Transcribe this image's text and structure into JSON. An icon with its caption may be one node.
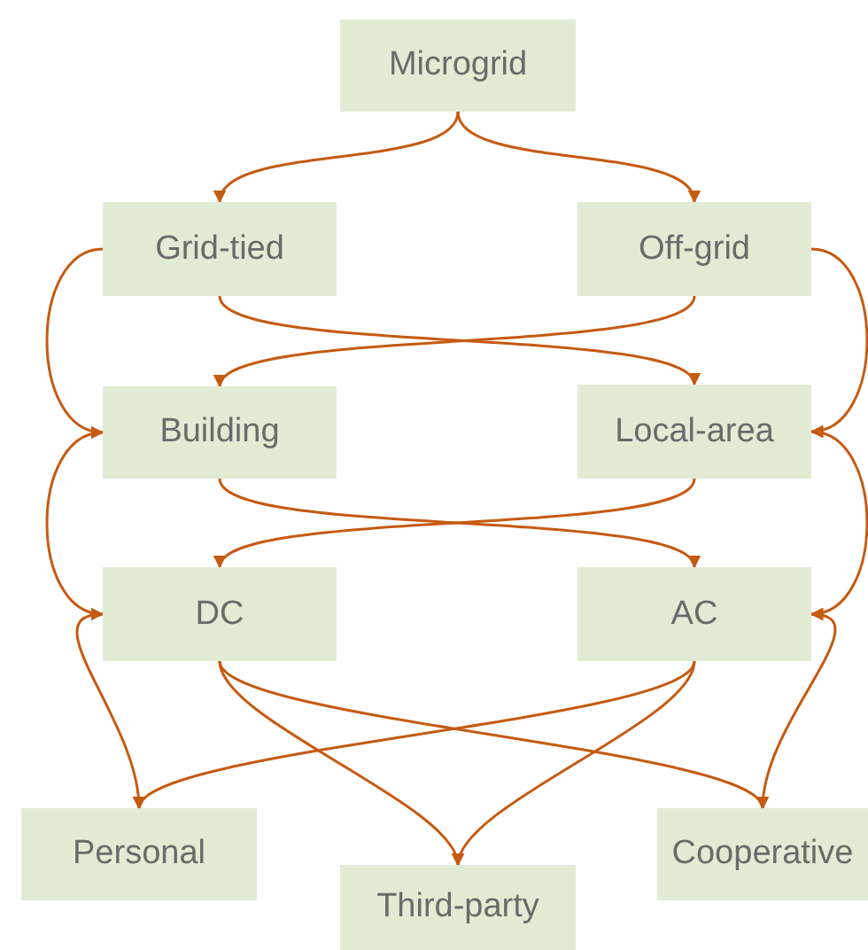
{
  "diagram": {
    "nodes": [
      {
        "text": [
          "Microgrid"
        ]
      },
      {
        "text": [
          "Grid-tied"
        ]
      },
      {
        "text": [
          "Off-grid"
        ]
      },
      {
        "text": [
          "Building"
        ]
      },
      {
        "text": [
          "Local-area"
        ]
      },
      {
        "text": [
          "DC"
        ]
      },
      {
        "text": [
          "AC"
        ]
      },
      {
        "text": [
          "Personal"
        ]
      },
      {
        "text": [
          "Third-party"
        ]
      },
      {
        "text": [
          "Cooperative"
        ]
      }
    ],
    "edges": [
      {
        "from": 0,
        "to": 1,
        "arrow": "to"
      },
      {
        "from": 0,
        "to": 2,
        "arrow": "to"
      },
      {
        "from": 1,
        "to": 3,
        "arrow": "to"
      },
      {
        "from": 1,
        "to": 4,
        "arrow": "to"
      },
      {
        "from": 2,
        "to": 3,
        "arrow": "to"
      },
      {
        "from": 2,
        "to": 4,
        "arrow": "to"
      },
      {
        "from": 3,
        "to": 5,
        "arrow": "to"
      },
      {
        "from": 3,
        "to": 6,
        "arrow": "to"
      },
      {
        "from": 4,
        "to": 5,
        "arrow": "to"
      },
      {
        "from": 4,
        "to": 6,
        "arrow": "to"
      },
      {
        "from": 5,
        "to": 7,
        "arrow": "to"
      },
      {
        "from": 5,
        "to": 8,
        "arrow": "to"
      },
      {
        "from": 5,
        "to": 9,
        "arrow": "to"
      },
      {
        "from": 6,
        "to": 7,
        "arrow": "to"
      },
      {
        "from": 6,
        "to": 8,
        "arrow": "to"
      },
      {
        "from": 6,
        "to": 9,
        "arrow": "to"
      }
    ]
  }
}
